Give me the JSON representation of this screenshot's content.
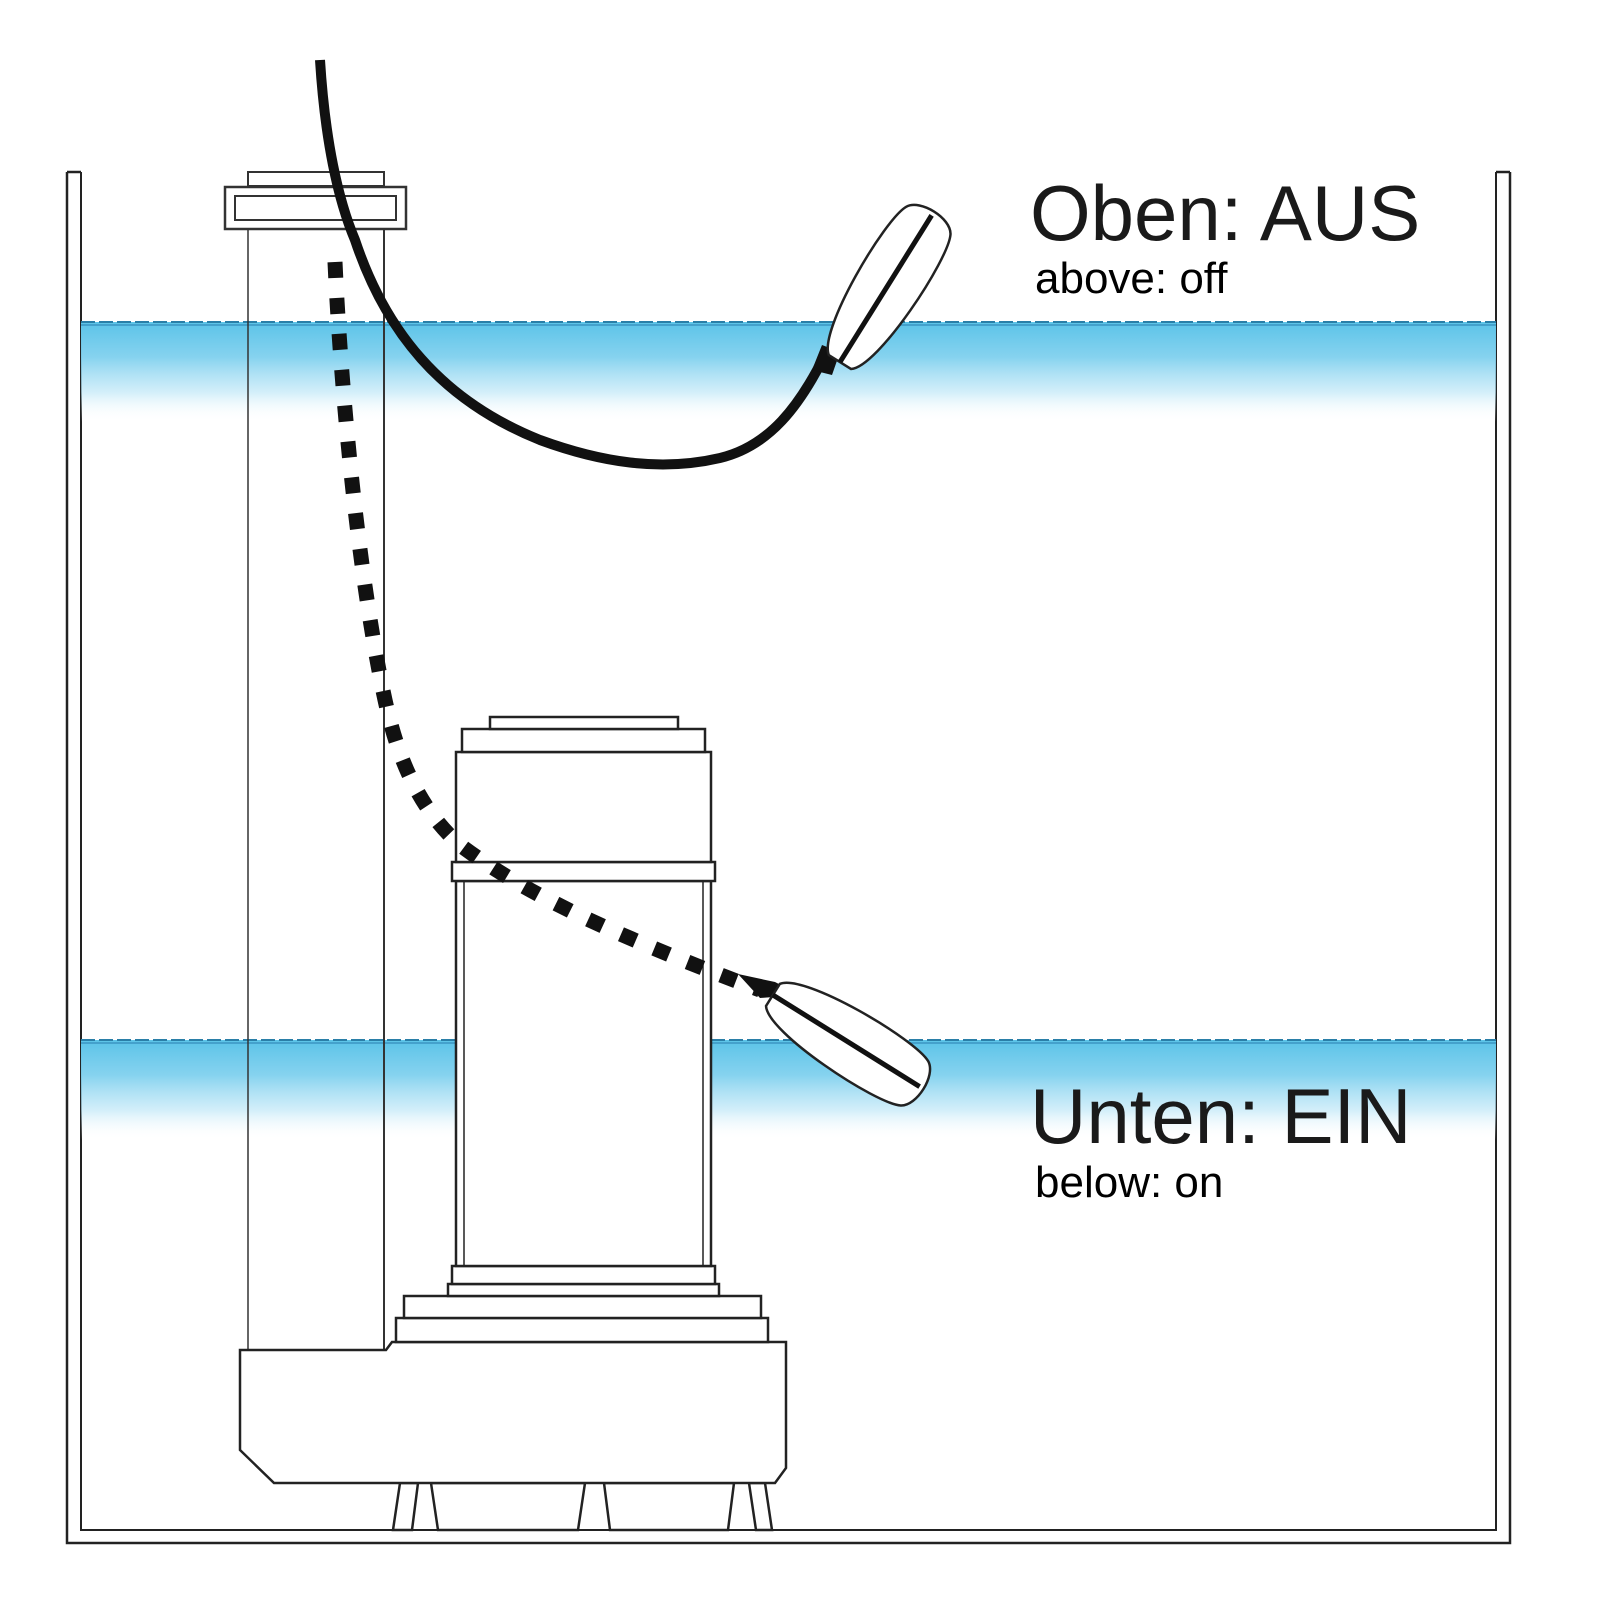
{
  "labels": {
    "upper_main": "Oben: AUS",
    "upper_sub": "above: off",
    "lower_main": "Unten: EIN",
    "lower_sub": "below: on"
  },
  "colors": {
    "water": "#5bc3e8",
    "outline": "#222222",
    "cable": "#111111",
    "background": "#ffffff"
  }
}
